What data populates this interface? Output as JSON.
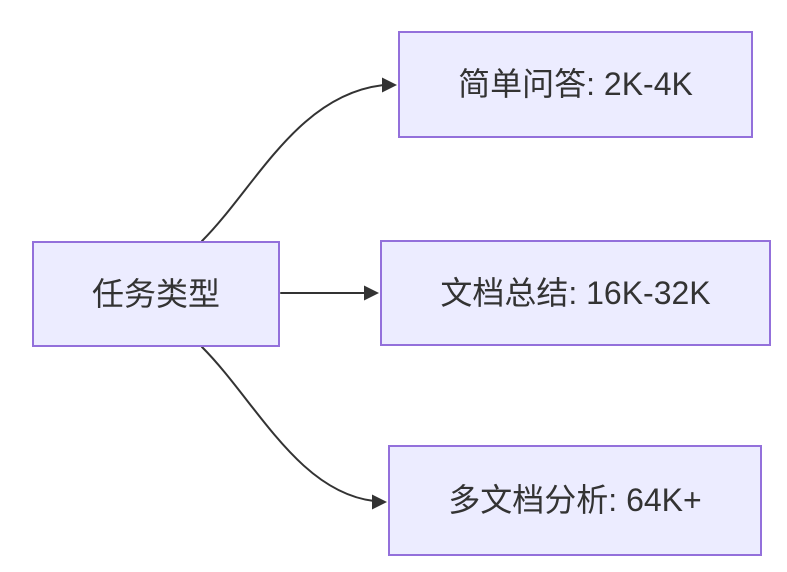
{
  "diagram": {
    "type": "flowchart",
    "direction": "left-to-right",
    "root": {
      "label": "任务类型"
    },
    "children": [
      {
        "label": "简单问答: 2K-4K"
      },
      {
        "label": "文档总结: 16K-32K"
      },
      {
        "label": "多文档分析: 64K+"
      }
    ],
    "edges": [
      {
        "from": "任务类型",
        "to": "简单问答: 2K-4K"
      },
      {
        "from": "任务类型",
        "to": "文档总结: 16K-32K"
      },
      {
        "from": "任务类型",
        "to": "多文档分析: 64K+"
      }
    ],
    "colors": {
      "background": "#FFFFFF",
      "node_fill": "#ECECFF",
      "node_border": "#9370DB",
      "edge_color": "#333333",
      "text_color": "#333333"
    }
  }
}
